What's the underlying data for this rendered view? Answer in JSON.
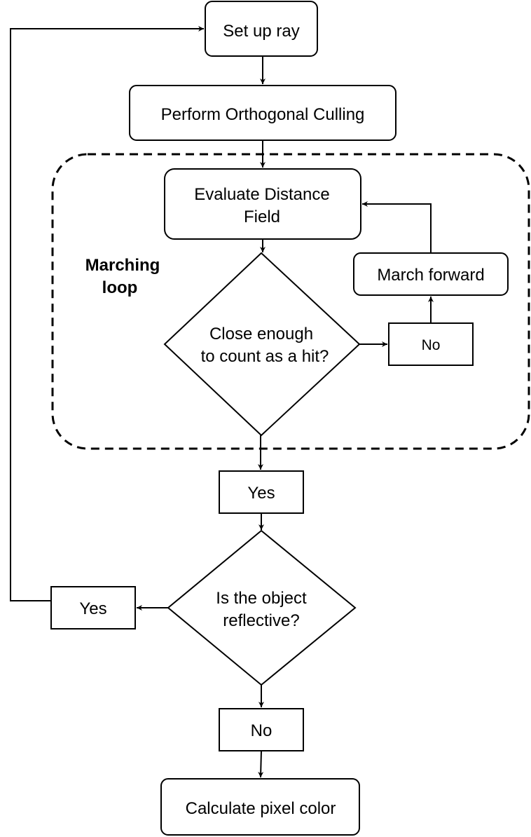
{
  "diagram": {
    "nodes": {
      "setup": "Set up ray",
      "culling": "Perform Orthogonal Culling",
      "evaluate": {
        "line1": "Evaluate Distance",
        "line2": "Field"
      },
      "close_enough": {
        "line1": "Close enough",
        "line2": "to count as a hit?"
      },
      "march_forward": "March forward",
      "reflective": {
        "line1": "Is the object",
        "line2": "reflective?"
      },
      "calculate": "Calculate pixel color"
    },
    "labels": {
      "no_inner": "No",
      "yes_hit": "Yes",
      "yes_reflective": "Yes",
      "no_reflective": "No"
    },
    "group": {
      "title_line1": "Marching",
      "title_line2": "loop"
    }
  }
}
